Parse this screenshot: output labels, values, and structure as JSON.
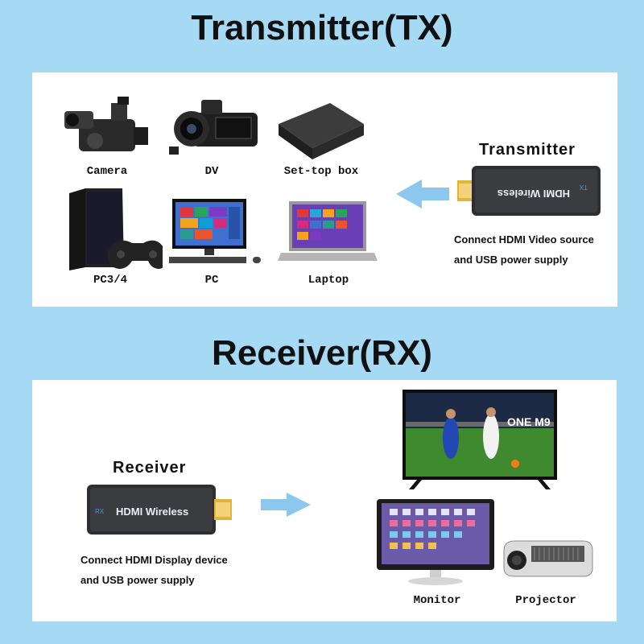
{
  "transmitter": {
    "heading": "Transmitter(TX)",
    "sources": [
      {
        "label": "Camera",
        "icon": "camcorder-pro-icon"
      },
      {
        "label": "DV",
        "icon": "handycam-icon"
      },
      {
        "label": "Set-top box",
        "icon": "set-top-box-icon"
      },
      {
        "label": "PC3/4",
        "icon": "game-console-icon"
      },
      {
        "label": "PC",
        "icon": "desktop-pc-icon"
      },
      {
        "label": "Laptop",
        "icon": "laptop-icon"
      }
    ],
    "device_title": "Transmitter",
    "device_label": "HDMI Wireless",
    "device_badge": "TX",
    "note_line1": "Connect HDMI Video source",
    "note_line2": "and USB power supply"
  },
  "receiver": {
    "heading": "Receiver(RX)",
    "device_title": "Receiver",
    "device_label": "HDMI Wireless",
    "device_badge": "RX",
    "note_line1": "Connect HDMI Display device",
    "note_line2": "and USB power supply",
    "tv_watermark": "ONE M9",
    "outputs": [
      {
        "label": "Monitor",
        "icon": "monitor-icon"
      },
      {
        "label": "Projector",
        "icon": "projector-icon"
      }
    ]
  },
  "colors": {
    "background": "#a6d9f3",
    "panel": "#ffffff",
    "arrow": "#8cc8ee",
    "dongle_body": "#2d2f33",
    "hdmi_plug": "#e0b53c"
  }
}
